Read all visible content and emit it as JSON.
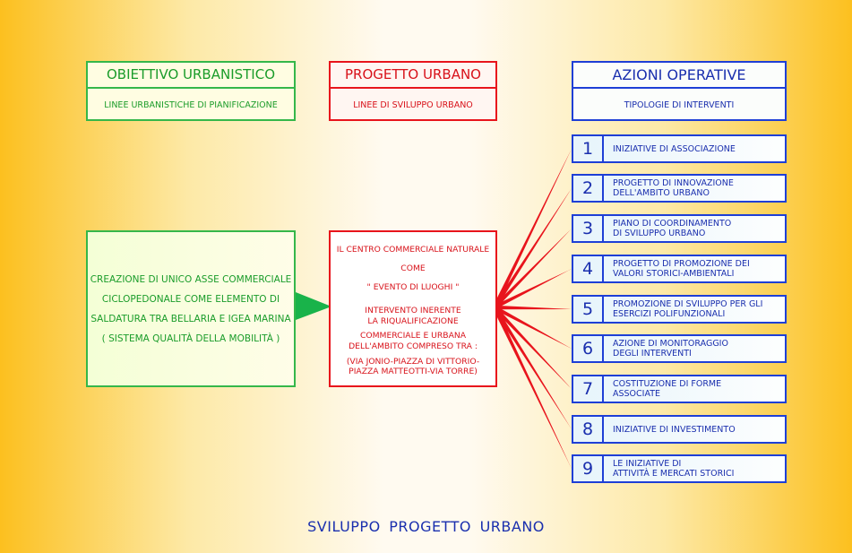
{
  "headers": {
    "objective": {
      "title": "OBIETTIVO URBANISTICO",
      "subtitle": "LINEE URBANISTICHE DI PIANIFICAZIONE"
    },
    "project": {
      "title": "PROGETTO URBANO",
      "subtitle": "LINEE DI SVILUPPO URBANO"
    },
    "actions": {
      "title": "AZIONI OPERATIVE",
      "subtitle": "TIPOLOGIE DI INTERVENTI"
    }
  },
  "objective_box": {
    "lines": [
      "CREAZIONE DI UNICO ASSE COMMERCIALE",
      "CICLOPEDONALE COME ELEMENTO DI",
      "SALDATURA TRA BELLARIA E IGEA MARINA",
      "( SISTEMA QUALITÀ DELLA MOBILITÀ )"
    ]
  },
  "project_box": {
    "line1": "IL CENTRO COMMERCIALE NATURALE",
    "line2": "COME",
    "line3": "\" EVENTO DI LUOGHI \"",
    "line4": "INTERVENTO INERENTE",
    "line5": "LA RIQUALIFICAZIONE",
    "line6": "COMMERCIALE E URBANA",
    "line7": "DELL'AMBITO  COMPRESO TRA :",
    "line8": "(VIA JONIO-PIAZZA DI VITTORIO-",
    "line9": "PIAZZA  MATTEOTTI-VIA TORRE)"
  },
  "actions": [
    {
      "num": "1",
      "label": "INIZIATIVE DI ASSOCIAZIONE"
    },
    {
      "num": "2",
      "label": "PROGETTO DI INNOVAZIONE\nDELL'AMBITO URBANO"
    },
    {
      "num": "3",
      "label": "PIANO DI COORDINAMENTO\nDI SVILUPPO URBANO"
    },
    {
      "num": "4",
      "label": "PROGETTO DI PROMOZIONE DEI\nVALORI STORICI-AMBIENTALI"
    },
    {
      "num": "5",
      "label": "PROMOZIONE DI SVILUPPO PER GLI\nESERCIZI POLIFUNZIONALI"
    },
    {
      "num": "6",
      "label": "AZIONE DI MONITORAGGIO\nDEGLI INTERVENTI"
    },
    {
      "num": "7",
      "label": "COSTITUZIONE DI FORME\nASSOCIATE"
    },
    {
      "num": "8",
      "label": "INIZIATIVE DI INVESTIMENTO"
    },
    {
      "num": "9",
      "label": "LE INIZIATIVE DI\nATTIVITÀ E MERCATI STORICI"
    }
  ],
  "footer": "SVILUPPO  PROGETTO  URBANO",
  "colors": {
    "green": "#35b74a",
    "red": "#e8141c",
    "blue": "#1e3fd6",
    "gold": "#fcc01f"
  }
}
